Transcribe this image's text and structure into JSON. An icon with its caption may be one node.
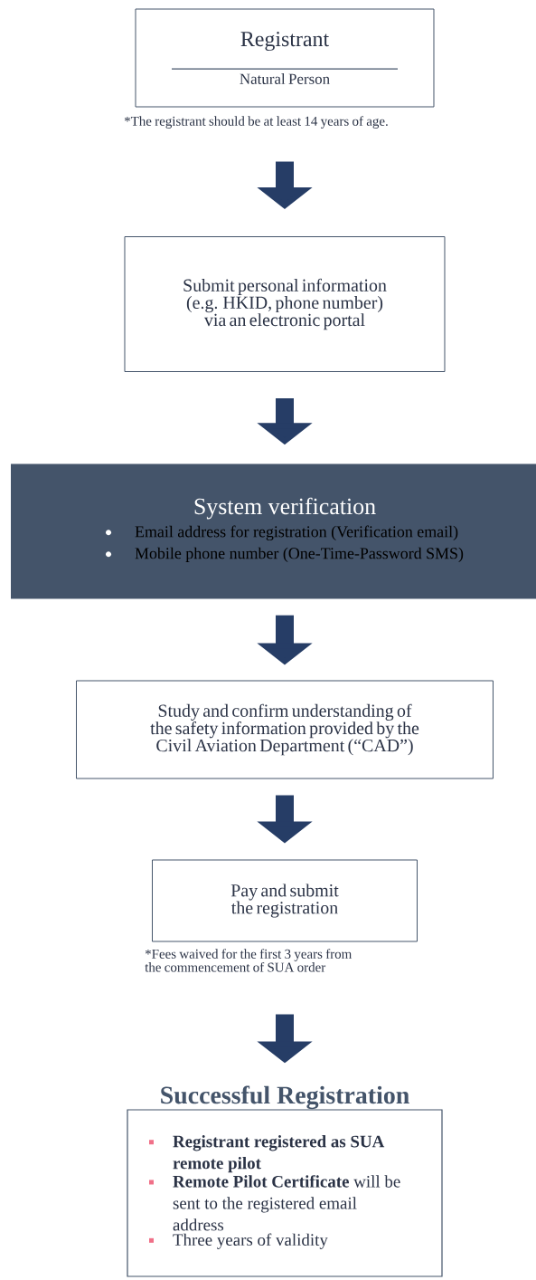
{
  "diagram": {
    "nodes": [
      {
        "text": [
          "Registrant",
          "Natural Person"
        ],
        "beside": [
          "*The registrant should be at least 14 years of age."
        ]
      },
      {
        "text": [
          "Submit personal information (e.g. HKID, phone number) via an electronic portal"
        ]
      },
      {
        "text": [
          "System verification",
          "Email address for registration (Verification email)",
          "Mobile phone number (One-Time-Password SMS)"
        ]
      },
      {
        "text": [
          "Study and confirm understanding of the safety information provided by the Civil Aviation Department (“CAD”)"
        ]
      },
      {
        "text": [
          "Pay and submit the registration"
        ],
        "beside": [
          "*Fees waived for the first 3 years from the commencement of SUA order"
        ]
      },
      {
        "text": [
          "Successful Registration",
          "Registrant registered as SUA remote pilot",
          "**Remote Pilot Certificate** will be sent to the registered email address",
          "Three years of validity"
        ]
      }
    ],
    "edges": [
      {
        "from": 0,
        "to": 1,
        "arrow": "to"
      },
      {
        "from": 1,
        "to": 2,
        "arrow": "to"
      },
      {
        "from": 2,
        "to": 3,
        "arrow": "to"
      },
      {
        "from": 3,
        "to": 4,
        "arrow": "to"
      },
      {
        "from": 4,
        "to": 5,
        "arrow": "to"
      }
    ]
  }
}
